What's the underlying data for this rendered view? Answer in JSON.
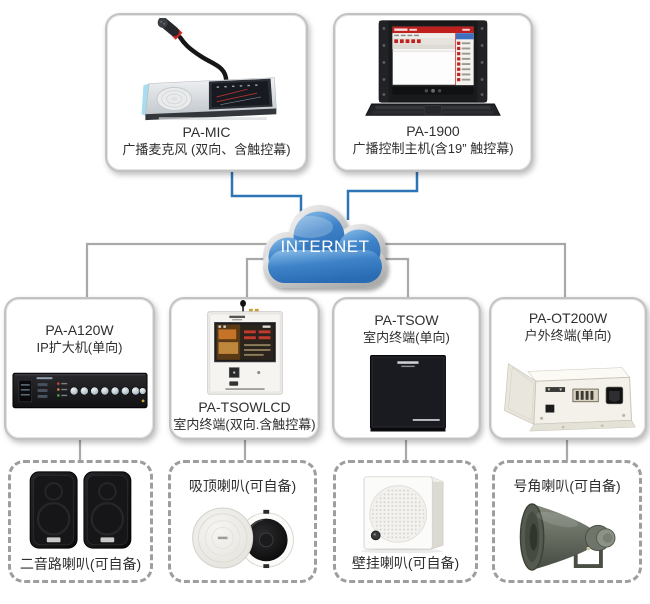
{
  "cloud": {
    "label": "INTERNET",
    "icon": "internet-cloud-icon"
  },
  "nodes": {
    "top": [
      {
        "model": "PA-MIC",
        "desc": "广播麦克风 (双向、含触控幕)",
        "icon": "paging-microphone-photo"
      },
      {
        "model": "PA-1900",
        "desc": "广播控制主机(含19” 触控幕)",
        "icon": "rack-control-host-photo"
      }
    ],
    "terminals": [
      {
        "model": "PA-A120W",
        "desc": "IP扩大机(单向)",
        "icon": "ip-amplifier-photo"
      },
      {
        "model": "PA-TSOWLCD",
        "desc": "室内终端(双向.含触控幕)",
        "icon": "indoor-lcd-terminal-photo"
      },
      {
        "model": "PA-TSOW",
        "desc": "室内终端(单向)",
        "icon": "indoor-terminal-photo"
      },
      {
        "model": "PA-OT200W",
        "desc": "户外终端(单向)",
        "icon": "outdoor-terminal-photo"
      }
    ],
    "speakers": [
      {
        "label": "二音路喇叭(可自备)",
        "icon": "two-way-speakers-photo"
      },
      {
        "label": "吸顶喇叭(可自备)",
        "icon": "ceiling-speakers-photo"
      },
      {
        "label": "壁挂喇叭(可自备)",
        "icon": "wall-speaker-photo"
      },
      {
        "label": "号角喇叭(可自备)",
        "icon": "horn-speaker-photo"
      }
    ]
  },
  "colors": {
    "blue_line": "#2e75b6",
    "gray_line": "#a9a9a9",
    "cloud_blue": "#3e82c8",
    "cloud_blue_deep": "#2a6cb4",
    "cloud_blue_light": "#8cc0ea",
    "box_border": "#c2c2c2",
    "text": "#2f2f2f"
  }
}
